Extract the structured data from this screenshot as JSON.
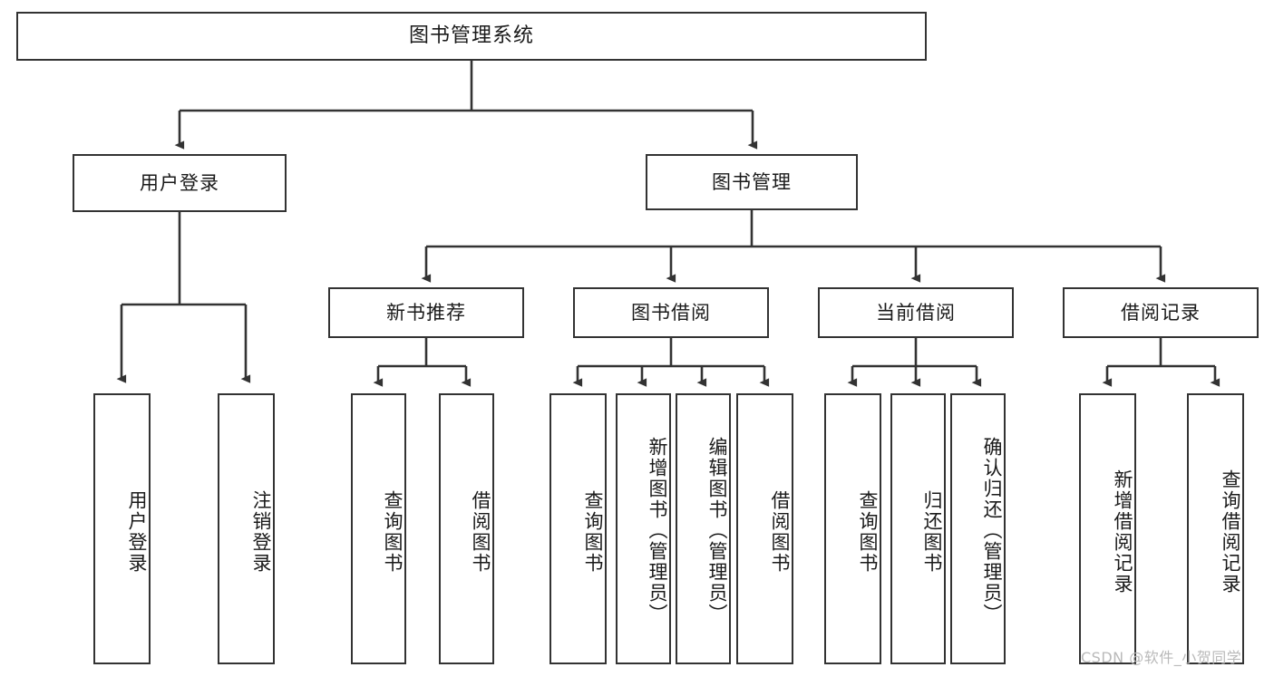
{
  "diagram": {
    "type": "tree-hierarchy",
    "title": "图书管理系统",
    "orientation": "top-down",
    "colors": {
      "stroke": "#333333",
      "fill": "#ffffff",
      "text": "#1a1a1a",
      "watermark": "#b9b9b9"
    },
    "nodes": {
      "root": {
        "label": "图书管理系统"
      },
      "level2": [
        {
          "id": "user-login",
          "label": "用户登录"
        },
        {
          "id": "book-manage",
          "label": "图书管理"
        }
      ],
      "level3": [
        {
          "id": "new-book-recommend",
          "label": "新书推荐"
        },
        {
          "id": "book-borrow",
          "label": "图书借阅"
        },
        {
          "id": "current-borrow",
          "label": "当前借阅"
        },
        {
          "id": "borrow-record",
          "label": "借阅记录"
        }
      ],
      "leaves": {
        "user_login": [
          {
            "id": "leaf-user-login",
            "label": "用户登录"
          },
          {
            "id": "leaf-logout-login",
            "label": "注销登录"
          }
        ],
        "new_book_recommend": [
          {
            "id": "leaf-query-book-1",
            "label": "查询图书"
          },
          {
            "id": "leaf-borrow-book-1",
            "label": "借阅图书"
          }
        ],
        "book_borrow": [
          {
            "id": "leaf-query-book-2",
            "label": "查询图书"
          },
          {
            "id": "leaf-add-book-admin",
            "label": "新增图书（管理员）"
          },
          {
            "id": "leaf-edit-book-admin",
            "label": "编辑图书（管理员）"
          },
          {
            "id": "leaf-borrow-book-2",
            "label": "借阅图书"
          }
        ],
        "current_borrow": [
          {
            "id": "leaf-query-book-3",
            "label": "查询图书"
          },
          {
            "id": "leaf-return-book",
            "label": "归还图书"
          },
          {
            "id": "leaf-confirm-return-admin",
            "label": "确认归还（管理员）"
          }
        ],
        "borrow_record": [
          {
            "id": "leaf-add-borrow-record",
            "label": "新增借阅记录"
          },
          {
            "id": "leaf-query-borrow-record",
            "label": "查询借阅记录"
          }
        ]
      }
    }
  },
  "watermark": {
    "text": "CSDN @软件_小贺同学"
  }
}
